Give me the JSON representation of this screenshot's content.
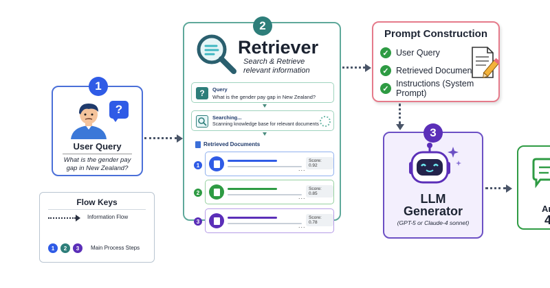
{
  "user_query": {
    "number": "1",
    "title": "User Query",
    "question": "What is the gender pay gap in New Zealand?",
    "bubble_symbol": "?"
  },
  "flow_keys": {
    "title": "Flow Keys",
    "info_flow_label": "Information Flow",
    "steps_label": "Main Process Steps",
    "step_numbers": [
      "1",
      "2",
      "3"
    ]
  },
  "retriever": {
    "number": "2",
    "title": "Retriever",
    "subtitle_line1": "Search & Retrieve",
    "subtitle_line2": "relevant information",
    "query_label": "Query",
    "query_text": "What is the gender pay gap in New Zealand?",
    "searching_label": "Searching...",
    "searching_text": "Scanning knowledge base for relevant documents",
    "retrieved_label": "Retrieved Documents",
    "documents": [
      {
        "num": "1",
        "score": "Score: 0.92",
        "more": "..."
      },
      {
        "num": "2",
        "score": "Score: 0.85",
        "more": "..."
      },
      {
        "num": "3",
        "score": "Score: 0.78",
        "more": "..."
      }
    ]
  },
  "prompt_construction": {
    "title": "Prompt Construction",
    "items": [
      "User Query",
      "Retrieved Documents",
      "Instructions (System Prompt)"
    ]
  },
  "llm": {
    "number": "3",
    "title_line1": "LLM",
    "title_line2": "Generator",
    "subtitle": "(GPT-5 or Claude-4 sonnet)"
  },
  "answer": {
    "partial_text_line1": "Ar",
    "partial_text_line2": "4"
  },
  "colors": {
    "blue": "#2f5be6",
    "teal": "#2e7e7a",
    "purple": "#5b2fb8",
    "green": "#2e9b43",
    "red_border": "#e57a8a"
  }
}
